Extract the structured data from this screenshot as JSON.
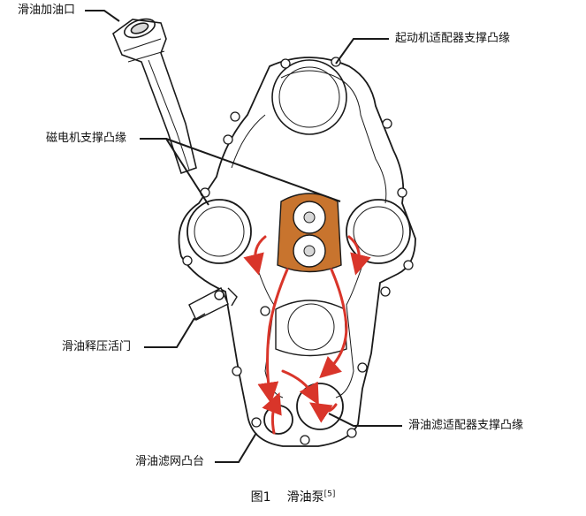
{
  "labels": {
    "oil_filler": "滑油加油口",
    "starter_boss": "起动机适配器支撑凸缘",
    "magneto_boss": "磁电机支撑凸缘",
    "relief_valve": "滑油释压活门",
    "filter_adapter_boss": "滑油滤适配器支撑凸缘",
    "screen_boss": "滑油滤网凸台"
  },
  "caption": {
    "figure_number": "图1",
    "title": "滑油泵",
    "reference": "[5]"
  },
  "colors": {
    "line": "#1a1a1a",
    "flow_arrow": "#d9352a",
    "gear_housing": "#c8742e",
    "highlight": "#d8d8d8"
  }
}
